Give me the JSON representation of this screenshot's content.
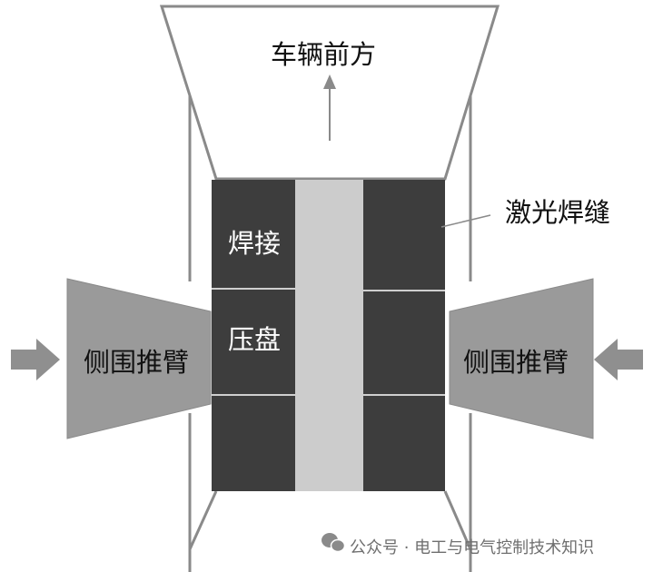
{
  "labels": {
    "vehicle_front": "车辆前方",
    "laser_weld": "激光焊缝",
    "weld_label_line1": "焊接",
    "weld_label_line2": "压盘",
    "side_arm_left": "侧围推臂",
    "side_arm_right": "侧围推臂"
  },
  "watermark": {
    "text": "公众号 · 电工与电气控制技术知识",
    "icon": "wechat-icon"
  },
  "colors": {
    "dark_block": "#3d3d3d",
    "center_strip": "#cccccc",
    "side_arm": "#9a9a9a",
    "arrow": "#8f8f8f",
    "outline": "#8a8a8a",
    "divider": "#cfcfcf"
  }
}
